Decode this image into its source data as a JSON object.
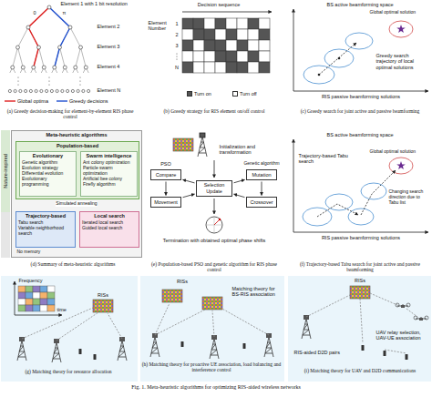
{
  "diagram": {
    "caption": "Fig. 1. Meta-heuristic algorithms for optimizing RIS-aided wireless networks",
    "nodes": [
      {
        "text": [
          "Meta-heuristic algorithms"
        ]
      },
      {
        "text": [
          "Population-based"
        ],
        "in": 0
      },
      {
        "text": [
          "Evolutionary",
          "Genetic algorithm",
          "Evolution strategy",
          "Differential evolution",
          "Evolutionary programming"
        ],
        "in": 1
      },
      {
        "text": [
          "Swarm intelligence",
          "Ant colony optimization",
          "Particle swarm optimization",
          "Artificial bee colony",
          "Firefly algorithm"
        ],
        "in": 1
      },
      {
        "text": [
          "Trajectory-based",
          "Tabu search",
          "Variable neighborhood search"
        ],
        "in": 0
      },
      {
        "text": [
          "Local search",
          "Iterated local search",
          "Guided local search"
        ],
        "in": 0
      },
      {
        "text": [
          "Compare"
        ]
      },
      {
        "text": [
          "Selection Update"
        ]
      },
      {
        "text": [
          "Mutation"
        ]
      },
      {
        "text": [
          "Movement"
        ]
      },
      {
        "text": [
          "Crossover"
        ]
      }
    ],
    "edges": [
      {
        "from": 7,
        "to": 6,
        "arrow": "to"
      },
      {
        "from": 6,
        "to": 9,
        "arrow": "to"
      },
      {
        "from": 9,
        "to": 7,
        "arrow": "to"
      },
      {
        "from": 7,
        "to": 8,
        "arrow": "to"
      },
      {
        "from": 8,
        "to": 10,
        "arrow": "to"
      },
      {
        "from": 10,
        "to": 7,
        "arrow": "to"
      }
    ],
    "labels": [
      "Element 1 with 1 bit resolution",
      "0",
      "π",
      "Element 2",
      "Element 3",
      "Element 4",
      "Element N",
      "(a) Greedy decision-making for element-by-element RIS phase control",
      "Decision sequence",
      "Element Number",
      "1",
      "2",
      "3",
      "N",
      "(b) Greedy strategy for RIS element on/off control",
      "BS active beamforming space",
      "Global optimal solution",
      "Greedy search trajectory of local optimal solutions",
      "RIS passive beamforming solutions",
      "(c) Greedy search for joint active and passive beamforming",
      "Nature-inspired",
      "Simulated annealing",
      "No memory",
      "(d) Summary of meta-heuristic algorithms",
      "Initialization and transformation",
      "PSO",
      "Genetic algorithm",
      "Termination with obtained optimal phase shifts",
      "(e) Population-based PSO and genetic algorithm for RIS phase control",
      "BS active beamforming space",
      "Global optimal solution",
      "Trajectory-based Tabu search",
      "Changing search direction due to Tabu list",
      "RIS passive beamforming solutions",
      "(f) Trajectory-based Tabu search for joint active and passive beamforming",
      "Frequency",
      "time",
      "RISs",
      "(g) Matching theory for resource allocation",
      "RISs",
      "Matching theory for BS-RIS association",
      "(h) Matching theory for proactive UE association, load balancing and interference control",
      "RISs",
      "RIS-aided D2D pairs",
      "UAV relay selection, UAV-UE association",
      "(i) Matching theory for UAV and D2D communications"
    ],
    "legend": [
      {
        "text": "Global optima"
      },
      {
        "text": "Greedy decisions"
      },
      {
        "text": "Turn on",
        "color": "#555555"
      },
      {
        "text": "Turn off",
        "color": "#ffffff"
      }
    ]
  }
}
